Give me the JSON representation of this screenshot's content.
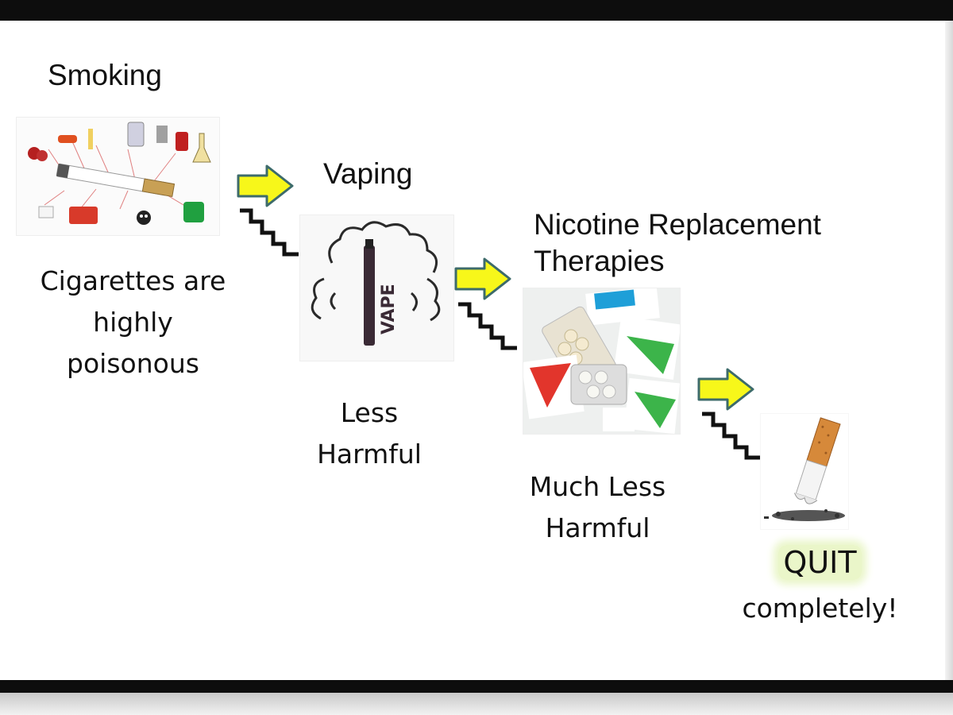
{
  "steps": {
    "smoking": {
      "title": "Smoking",
      "caption_lines": [
        "Cigarettes are",
        "highly",
        "poisonous"
      ],
      "image_icon": "cigarette-chemicals-illustration"
    },
    "vaping": {
      "title": "Vaping",
      "caption_lines": [
        "Less",
        "Harmful"
      ],
      "image_icon": "vape-pen-cloud-icon",
      "vape_label": "VAPE"
    },
    "nrt": {
      "title_lines": [
        "Nicotine Replacement",
        "Therapies"
      ],
      "caption_lines": [
        "Much Less",
        "Harmful"
      ],
      "image_icon": "nicotine-patches-gum-photo"
    },
    "quit": {
      "caption_highlight": "QUIT",
      "caption_rest": "completely!",
      "image_icon": "stubbed-out-cigarette-icon"
    }
  },
  "colors": {
    "arrow_fill": "#f7f71a",
    "arrow_stroke": "#3d6b6b",
    "frame": "#0d0d0d",
    "quit_highlight": "#eaf6c9"
  }
}
